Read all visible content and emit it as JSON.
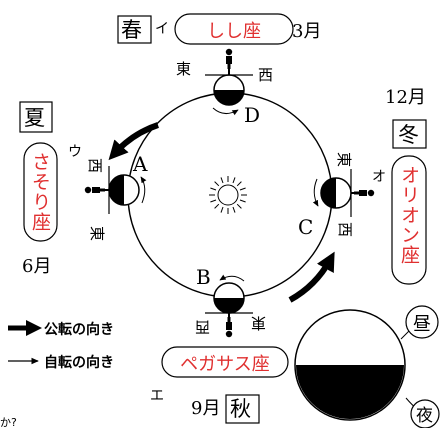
{
  "colors": {
    "constellation": "#e03030",
    "ink": "#000000",
    "paper": "#ffffff"
  },
  "icons": {
    "sun": "sun-icon",
    "person": "person-icon"
  },
  "seasons": {
    "spring": {
      "kanji": "春",
      "marker": "イ",
      "constellation": "しし座",
      "month": "3月"
    },
    "summer": {
      "kanji": "夏",
      "marker": "ウ",
      "constellation": "さそり座",
      "month": "6月"
    },
    "autumn": {
      "kanji": "秋",
      "marker": "エ",
      "constellation": "ペガサス座",
      "month": "9月"
    },
    "winter": {
      "kanji": "冬",
      "marker": "オ",
      "constellation": "オリオン座",
      "month": "12月"
    }
  },
  "positions": {
    "a": "A",
    "b": "B",
    "c": "C",
    "d": "D"
  },
  "directions": {
    "east": "東",
    "west": "西"
  },
  "legend": {
    "revolution": "公転の向き",
    "rotation": "自転の向き"
  },
  "day_night": {
    "day": "昼",
    "night": "夜"
  },
  "cut_text": "か?"
}
